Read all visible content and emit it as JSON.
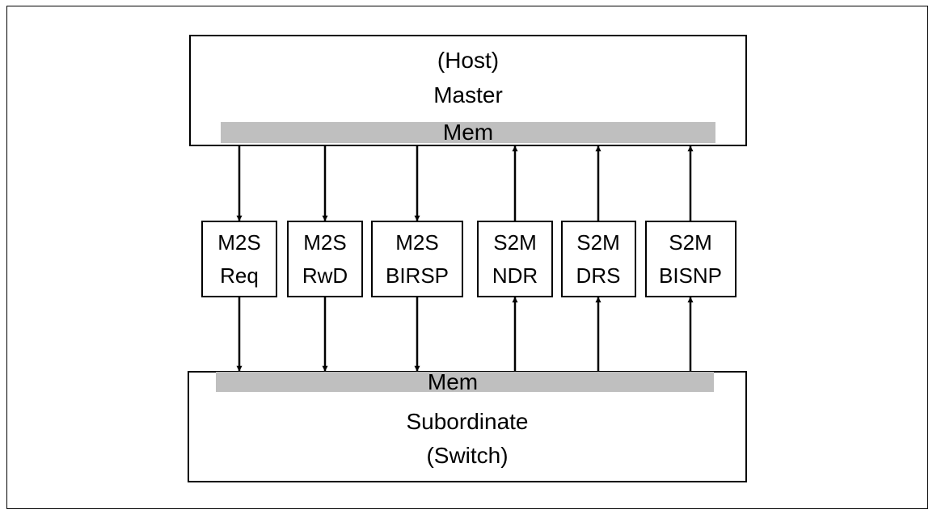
{
  "master": {
    "line1": "(Host)",
    "line2": "Master"
  },
  "master_bus": {
    "label": "Mem"
  },
  "subordinate": {
    "line1": "Subordinate",
    "line2": "(Switch)"
  },
  "subordinate_bus": {
    "label": "Mem"
  },
  "channels": [
    {
      "line1": "M2S",
      "line2": "Req",
      "direction": "down"
    },
    {
      "line1": "M2S",
      "line2": "RwD",
      "direction": "down"
    },
    {
      "line1": "M2S",
      "line2": "BIRSP",
      "direction": "down"
    },
    {
      "line1": "S2M",
      "line2": "NDR",
      "direction": "up"
    },
    {
      "line1": "S2M",
      "line2": "DRS",
      "direction": "up"
    },
    {
      "line1": "S2M",
      "line2": "BISNP",
      "direction": "up"
    }
  ],
  "colors": {
    "bus": "#bfbfbf",
    "stroke": "#000000"
  }
}
